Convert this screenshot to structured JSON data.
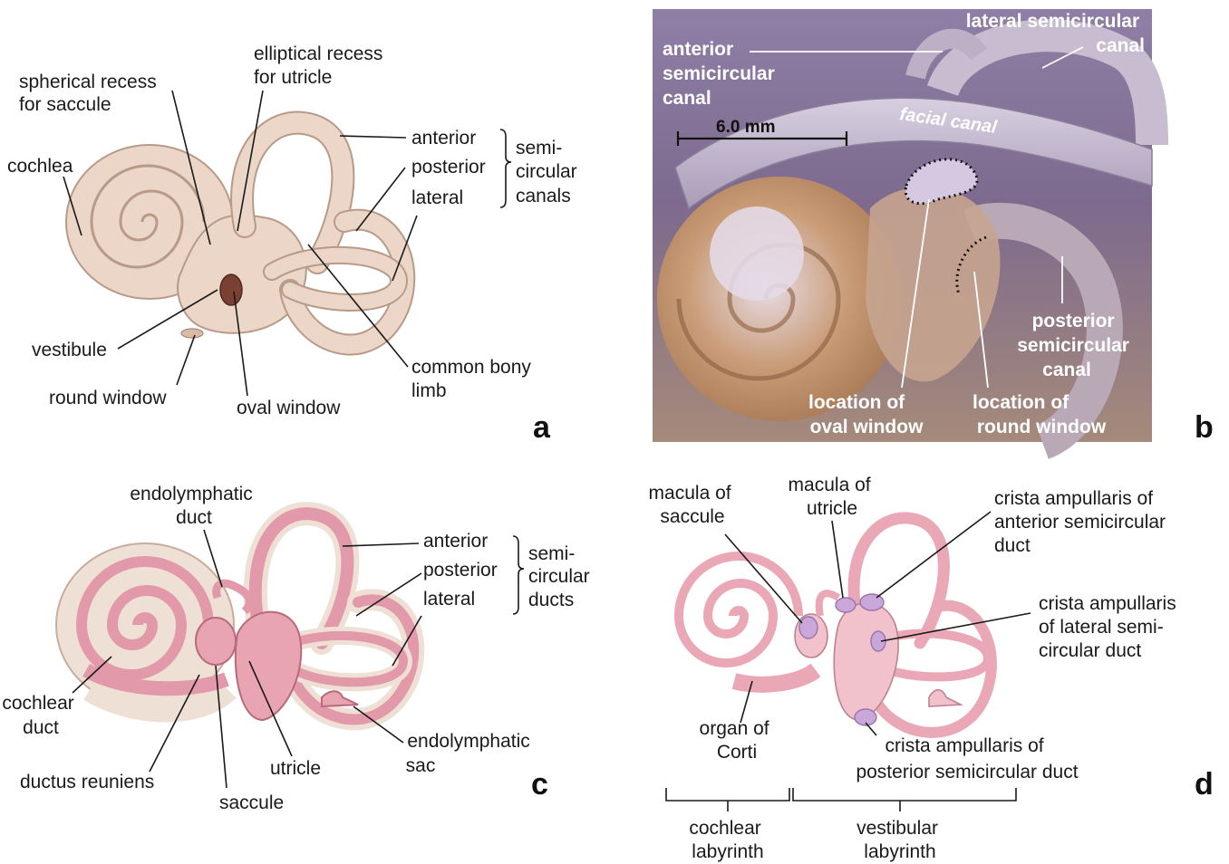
{
  "panels": {
    "a": {
      "letter": "a",
      "labels": {
        "spherical_recess": [
          "spherical recess",
          "for saccule"
        ],
        "elliptical_recess": [
          "elliptical recess",
          "for utricle"
        ],
        "cochlea": "cochlea",
        "anterior": "anterior",
        "posterior": "posterior",
        "lateral": "lateral",
        "group": [
          "semi-",
          "circular",
          "canals"
        ],
        "vestibule": "vestibule",
        "round_window": "round window",
        "oval_window": "oval window",
        "common_bony_limb": [
          "common bony",
          "limb"
        ]
      }
    },
    "b": {
      "letter": "b",
      "labels": {
        "anterior_canal": [
          "anterior",
          "semicircular",
          "canal"
        ],
        "lateral_canal": [
          "lateral semicircular",
          "canal"
        ],
        "scale": "6.0 mm",
        "facial_canal": "facial canal",
        "posterior_canal": [
          "posterior",
          "semicircular",
          "canal"
        ],
        "oval_window_loc": [
          "location of",
          "oval window"
        ],
        "round_window_loc": [
          "location of",
          "round window"
        ]
      }
    },
    "c": {
      "letter": "c",
      "labels": {
        "endolymphatic_duct": [
          "endolymphatic",
          "duct"
        ],
        "anterior": "anterior",
        "posterior": "posterior",
        "lateral": "lateral",
        "group": [
          "semi-",
          "circular",
          "ducts"
        ],
        "cochlear_duct": [
          "cochlear",
          "duct"
        ],
        "endolymphatic_sac": [
          "endolymphatic",
          "sac"
        ],
        "utricle": "utricle",
        "ductus_reuniens": "ductus reuniens",
        "saccule": "saccule"
      }
    },
    "d": {
      "letter": "d",
      "labels": {
        "macula_saccule": [
          "macula of",
          "saccule"
        ],
        "macula_utricle": [
          "macula of",
          "utricle"
        ],
        "crista_anterior": [
          "crista ampullaris of",
          "anterior semicircular",
          "duct"
        ],
        "crista_lateral": [
          "crista ampullaris",
          "of lateral semi-",
          "circular duct"
        ],
        "organ_of_corti": [
          "organ of",
          "Corti"
        ],
        "crista_posterior": [
          "crista ampullaris of",
          "posterior semicircular duct"
        ],
        "cochlear_labyrinth": [
          "cochlear",
          "labyrinth"
        ],
        "vestibular_labyrinth": [
          "vestibular",
          "labyrinth"
        ]
      }
    }
  }
}
